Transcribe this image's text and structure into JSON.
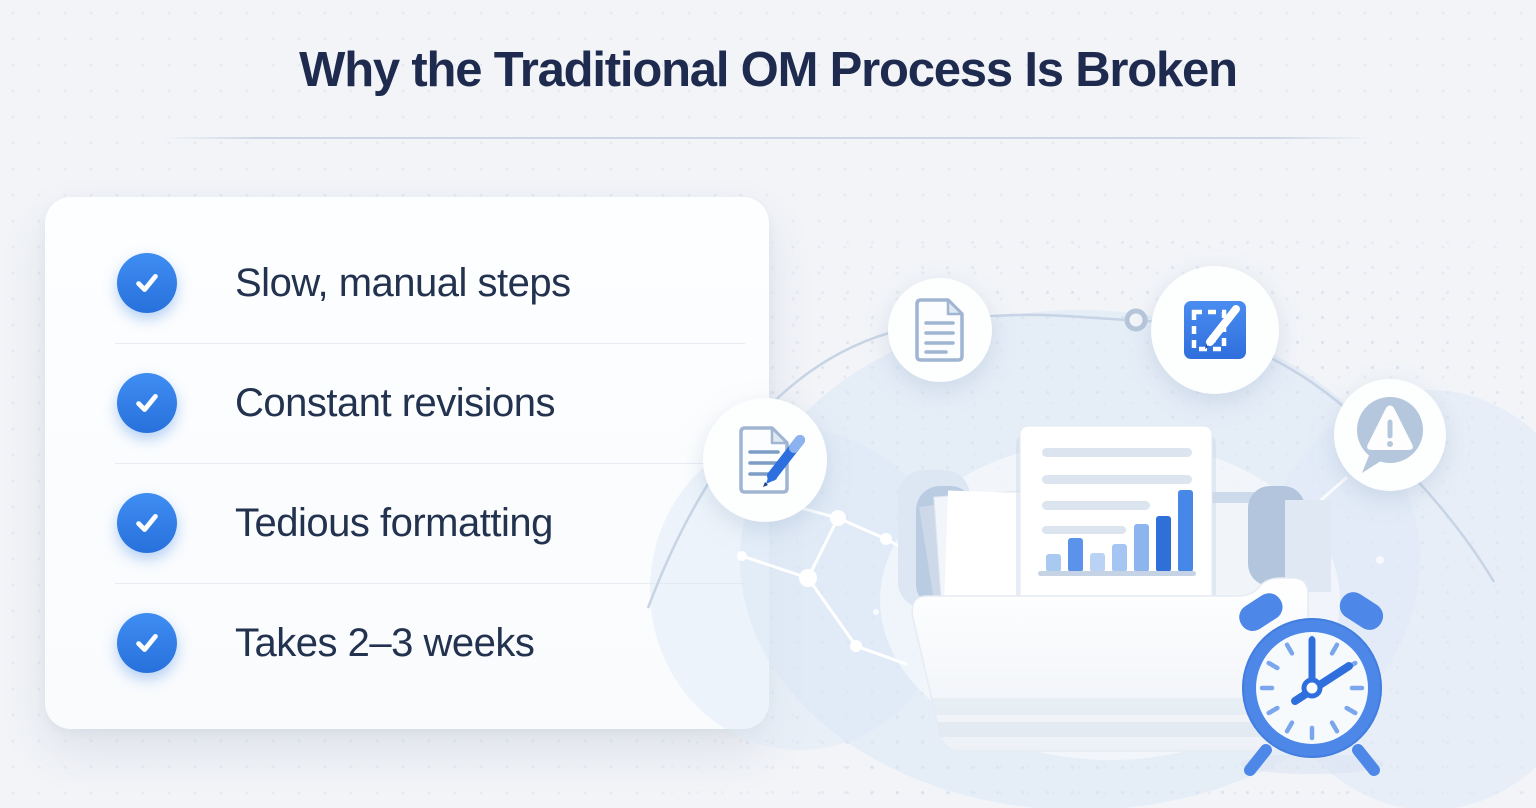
{
  "header": {
    "title": "Why the Traditional OM Process Is Broken"
  },
  "checklist": {
    "items": [
      {
        "label": "Slow, manual steps"
      },
      {
        "label": "Constant revisions"
      },
      {
        "label": "Tedious formatting"
      },
      {
        "label": "Takes 2–3 weeks"
      }
    ],
    "check_icon": "checkmark-circle",
    "check_color": "#2e7ce2"
  },
  "illustration": {
    "description": "document workflow: folder with papers and bar-chart report, process icons on a connector arc, alarm clock",
    "floating_icons": [
      {
        "name": "document-icon"
      },
      {
        "name": "annotation-tool-icon"
      },
      {
        "name": "document-edit-icon"
      },
      {
        "name": "warning-bubble-icon"
      }
    ],
    "chart": {
      "type": "bar",
      "values": [
        18,
        34,
        19,
        28,
        48,
        56,
        82
      ],
      "colors": [
        "#aac9f1",
        "#5b93ea",
        "#bad3f4",
        "#a5c6f2",
        "#8cb5ef",
        "#2f6fd8",
        "#4787e8"
      ]
    },
    "clock": {
      "name": "alarm-clock-icon",
      "color": "#4d87e8"
    }
  },
  "colors": {
    "background": "#f2f4f8",
    "title_navy": "#1e2b4f",
    "item_text": "#22324f",
    "accent_blue": "#2e7ce2",
    "divider": "#ccd8e6",
    "card_background": "#fcfdff"
  }
}
